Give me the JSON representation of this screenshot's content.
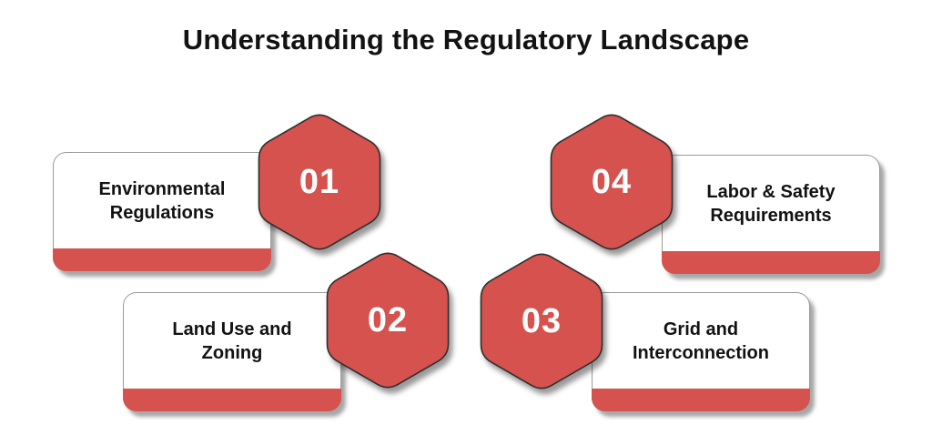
{
  "title": "Understanding the Regulatory Landscape",
  "colors": {
    "accent": "#d5524e",
    "title_text": "#121212",
    "card_background": "#ffffff",
    "card_border": "#9a9a9a",
    "hexagon_outline": "#2e2e2e",
    "number_text": "#ffffff"
  },
  "items": [
    {
      "number": "01",
      "label": "Environmental Regulations"
    },
    {
      "number": "02",
      "label": "Land Use and Zoning"
    },
    {
      "number": "03",
      "label": "Grid and Interconnection"
    },
    {
      "number": "04",
      "label": "Labor & Safety Requirements"
    }
  ]
}
